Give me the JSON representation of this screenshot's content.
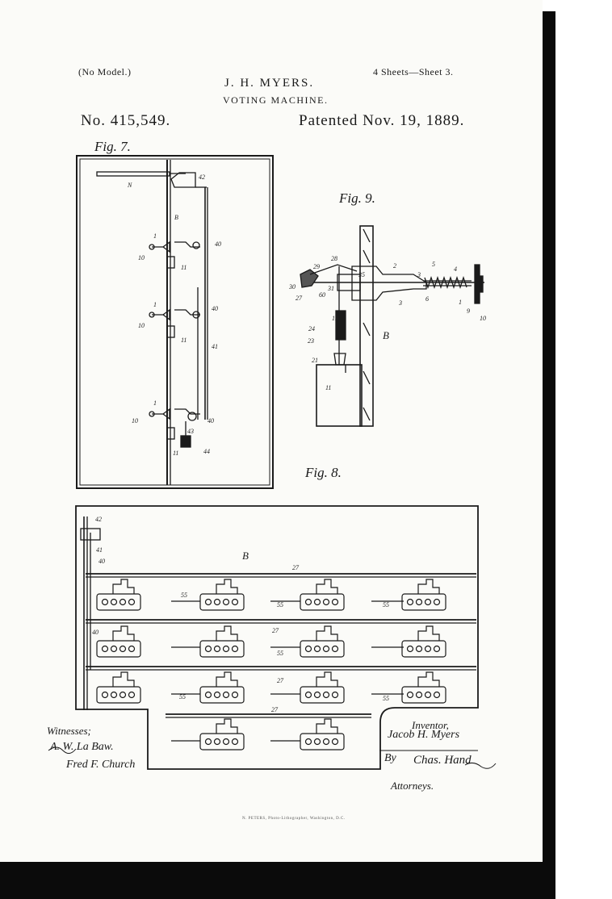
{
  "header": {
    "model_note": "(No Model.)",
    "sheets": "4 Sheets—Sheet 3.",
    "inventor_name": "J. H. MYERS.",
    "invention": "VOTING MACHINE.",
    "patent_number": "No. 415,549.",
    "patent_date": "Patented Nov. 19, 1889."
  },
  "figures": {
    "fig7": "Fig. 7.",
    "fig8": "Fig. 8.",
    "fig9": "Fig. 9."
  },
  "signatures": {
    "witnesses_label": "Witnesses;",
    "witness_1": "A. W. La Baw.",
    "witness_2": "Fred F. Church",
    "inventor_label": "Inventor,",
    "inventor": "Jacob H. Myers",
    "by": "By",
    "attorney_signature": "Chas. Hand",
    "attorneys_label": "Attorneys."
  },
  "printer_note": "N. PETERS, Photo-Lithographer, Washington, D.C."
}
